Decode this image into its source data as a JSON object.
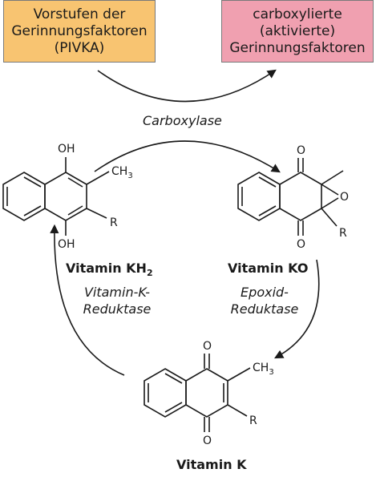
{
  "colors": {
    "left_box": "#f8c471",
    "right_box": "#f0a0b0",
    "line": "#1a1a1a"
  },
  "boxes": {
    "left": {
      "lines": [
        "Vorstufen der",
        "Gerinnungsfaktoren",
        "(PIVKA)"
      ]
    },
    "right": {
      "lines": [
        "carboxylierte",
        "(aktivierte)",
        "Gerinnungsfaktoren"
      ]
    }
  },
  "enzymes": {
    "carboxylase": "Carboxylase",
    "reductase_left": [
      "Vitamin-K-",
      "Reduktase"
    ],
    "reductase_right": [
      "Epoxid-",
      "Reduktase"
    ]
  },
  "compounds": {
    "kh2": {
      "name": "Vitamin KH",
      "sub": "2",
      "atoms": {
        "oh_top": "OH",
        "oh_bottom": "OH",
        "ch3": "CH",
        "ch3_sub": "3",
        "r": "R"
      }
    },
    "ko": {
      "name": "Vitamin KO",
      "atoms": {
        "o_top": "O",
        "o_bottom": "O",
        "o_epoxide": "O",
        "r": "R"
      }
    },
    "k": {
      "name": "Vitamin K",
      "atoms": {
        "o_top": "O",
        "o_bottom": "O",
        "ch3": "CH",
        "ch3_sub": "3",
        "r": "R"
      }
    }
  }
}
